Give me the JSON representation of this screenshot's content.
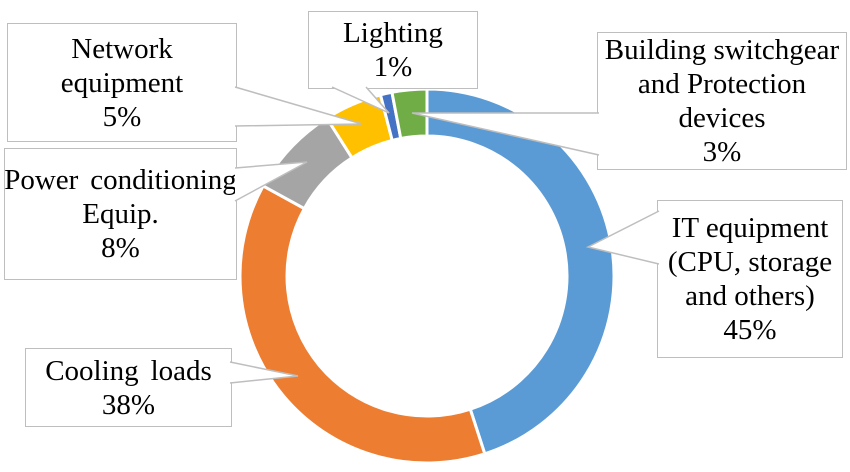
{
  "chart_data": {
    "type": "pie",
    "subtype": "doughnut",
    "title": "",
    "categories": [
      "IT equipment (CPU, storage and others)",
      "Cooling loads",
      "Power conditioning Equip.",
      "Network equipment",
      "Lighting",
      "Building switchgear and Protection devices"
    ],
    "values": [
      45,
      38,
      8,
      5,
      1,
      3
    ],
    "unit": "%",
    "colors": [
      "#5B9BD5",
      "#ED7D31",
      "#A5A5A5",
      "#FFC000",
      "#4472C4",
      "#70AD47"
    ],
    "start_angle_deg": 0,
    "direction": "clockwise",
    "donut_hole_ratio": 0.75,
    "legend_position": "none",
    "label_style": "callout boxes with leader pointers"
  },
  "callouts": {
    "network": {
      "lines": [
        "Network",
        "equipment",
        "5%"
      ]
    },
    "power": {
      "lines": [
        "Power conditioning",
        "Equip.",
        "8%"
      ]
    },
    "cooling": {
      "lines": [
        "Cooling loads",
        "38%"
      ]
    },
    "lighting": {
      "lines": [
        "Lighting",
        "1%"
      ]
    },
    "building": {
      "lines": [
        "Building switchgear",
        "and Protection",
        "devices",
        "3%"
      ]
    },
    "it": {
      "lines": [
        "IT equipment",
        "(CPU, storage",
        "and others)",
        "45%"
      ]
    }
  },
  "style": {
    "segment_gap_color": "#FFFFFF",
    "box_border_color": "#BEBEBE",
    "text_color": "#000000",
    "background": "#FFFFFF"
  }
}
